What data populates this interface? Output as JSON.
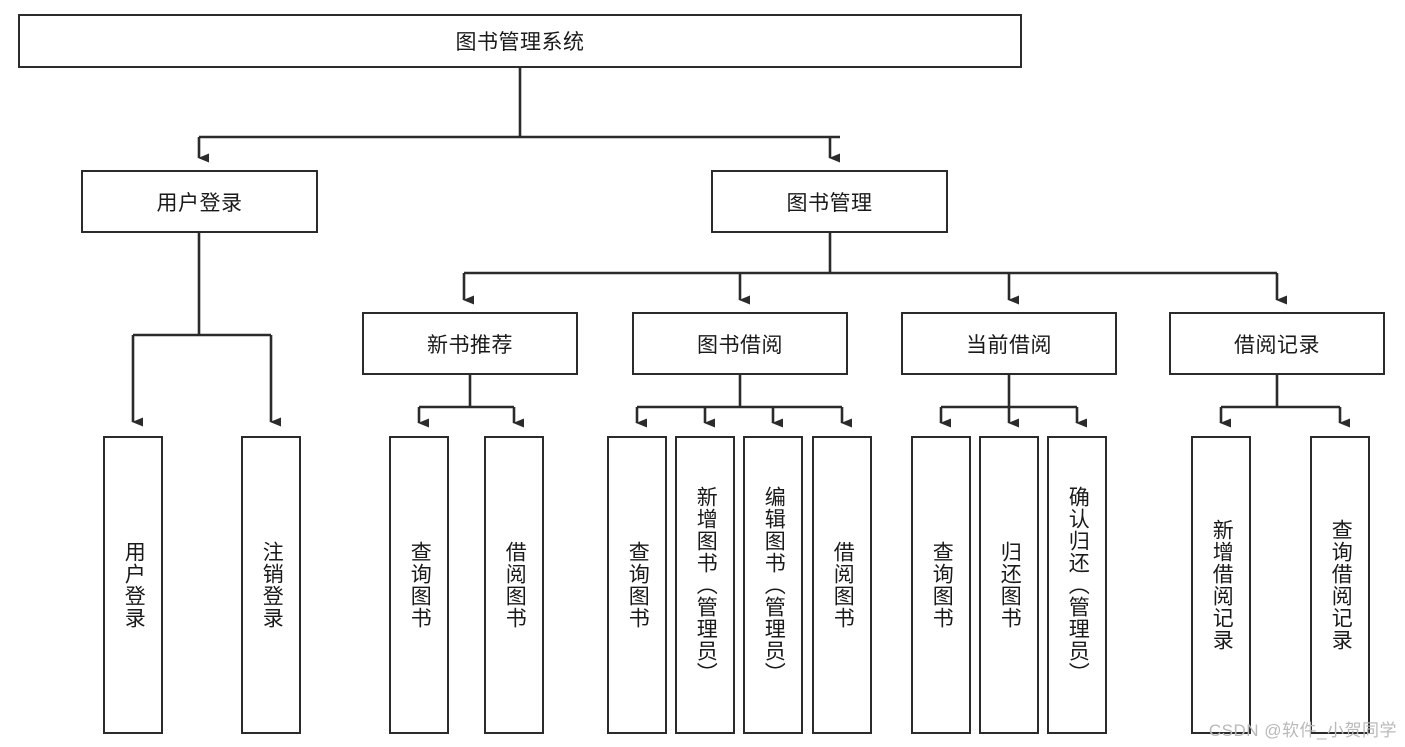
{
  "diagram": {
    "type": "tree-hierarchy-diagram",
    "title": "图书管理系统",
    "root": {
      "id": "root",
      "label": "图书管理系统"
    },
    "level1": [
      {
        "id": "user-login",
        "label": "用户登录"
      },
      {
        "id": "book-management",
        "label": "图书管理"
      }
    ],
    "level2": [
      {
        "id": "new-book-recommend",
        "label": "新书推荐",
        "parent": "book-management"
      },
      {
        "id": "book-borrow",
        "label": "图书借阅",
        "parent": "book-management"
      },
      {
        "id": "current-borrow",
        "label": "当前借阅",
        "parent": "book-management"
      },
      {
        "id": "borrow-record",
        "label": "借阅记录",
        "parent": "book-management"
      }
    ],
    "leaves": [
      {
        "id": "leaf-user-login",
        "label": "用户登录",
        "parent": "user-login"
      },
      {
        "id": "leaf-user-logout",
        "label": "注销登录",
        "parent": "user-login"
      },
      {
        "id": "leaf-query-book-1",
        "label": "查询图书",
        "parent": "new-book-recommend"
      },
      {
        "id": "leaf-borrow-book-1",
        "label": "借阅图书",
        "parent": "new-book-recommend"
      },
      {
        "id": "leaf-query-book-2",
        "label": "查询图书",
        "parent": "book-borrow"
      },
      {
        "id": "leaf-add-book",
        "label": "新增图书（管理员）",
        "parent": "book-borrow"
      },
      {
        "id": "leaf-edit-book",
        "label": "编辑图书（管理员）",
        "parent": "book-borrow"
      },
      {
        "id": "leaf-borrow-book-2",
        "label": "借阅图书",
        "parent": "book-borrow"
      },
      {
        "id": "leaf-query-book-3",
        "label": "查询图书",
        "parent": "current-borrow"
      },
      {
        "id": "leaf-return-book",
        "label": "归还图书",
        "parent": "current-borrow"
      },
      {
        "id": "leaf-confirm-return",
        "label": "确认归还（管理员）",
        "parent": "current-borrow"
      },
      {
        "id": "leaf-add-record",
        "label": "新增借阅记录",
        "parent": "borrow-record"
      },
      {
        "id": "leaf-query-record",
        "label": "查询借阅记录",
        "parent": "borrow-record"
      }
    ],
    "watermark": "CSDN @软件_小贺同学",
    "colors": {
      "border": "#2b2b2b",
      "background": "#ffffff",
      "text": "#1a1a1a",
      "watermark": "#b9b9b9"
    }
  }
}
